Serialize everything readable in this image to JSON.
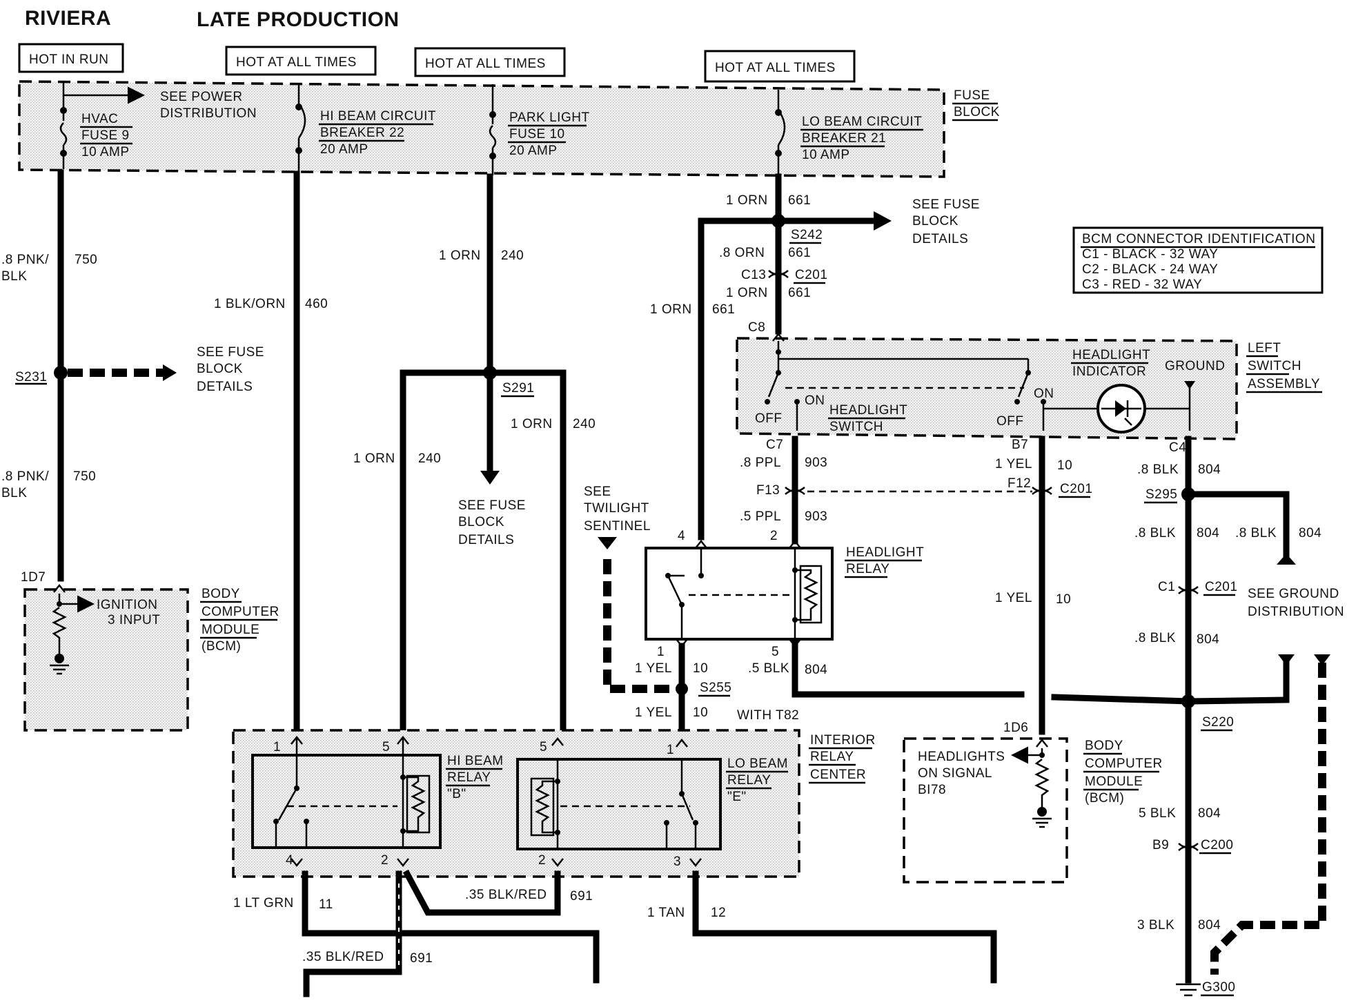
{
  "title": {
    "model": "RIVIERA",
    "variant": "LATE PRODUCTION"
  },
  "power_labels": {
    "hot_in_run": "HOT IN RUN",
    "hot_1": "HOT AT ALL TIMES",
    "hot_2": "HOT AT ALL TIMES",
    "hot_3": "HOT AT ALL TIMES"
  },
  "fuse_block": {
    "label_1": "FUSE",
    "label_2": "BLOCK",
    "see_power_1": "SEE POWER",
    "see_power_2": "DISTRIBUTION",
    "hvac_1": "HVAC",
    "hvac_2": "FUSE 9",
    "hvac_3": "10 AMP",
    "hibeam_1": "HI BEAM CIRCUIT",
    "hibeam_2": "BREAKER 22",
    "hibeam_3": "20 AMP",
    "park_1": "PARK LIGHT",
    "park_2": "FUSE 10",
    "park_3": "20 AMP",
    "lobeam_1": "LO BEAM CIRCUIT",
    "lobeam_2": "BREAKER 21",
    "lobeam_3": "10 AMP"
  },
  "bcm_conn": {
    "title": "BCM CONNECTOR IDENTIFICATION",
    "c1": "C1 - BLACK - 32 WAY",
    "c2": "C2 - BLACK - 24 WAY",
    "c3": "C3 - RED - 32 WAY"
  },
  "wires": {
    "pnk_a": ".8 PNK/",
    "pnk_a2": "BLK",
    "pnk_a_num": "750",
    "pnk_b": ".8 PNK/",
    "pnk_b2": "BLK",
    "pnk_b_num": "750",
    "blkorn": "1 BLK/ORN",
    "blkorn_num": "460",
    "orn240_a": "1 ORN",
    "orn240_a_num": "240",
    "orn240_b": "1 ORN",
    "orn240_b_num": "240",
    "orn240_c": "1 ORN",
    "orn240_c_num": "240",
    "orn661_a": "1 ORN",
    "orn661_a_num": "661",
    "orn661_b": ".8 ORN",
    "orn661_b_num": "661",
    "orn661_c": "1 ORN",
    "orn661_c_num": "661",
    "orn661_d": "1 ORN",
    "orn661_d_num": "661",
    "ppl_a": ".8 PPL",
    "ppl_a_num": "903",
    "ppl_b": ".5 PPL",
    "ppl_b_num": "903",
    "yel_a": "1 YEL",
    "yel_a_num": "10",
    "yel_b": "1 YEL",
    "yel_b_num": "10",
    "yel_c": "1 YEL",
    "yel_c_num": "10",
    "yel_d": "1 YEL",
    "yel_d_num": "10",
    "blk_relay": ".5 BLK",
    "blk_relay_num": "804",
    "blk_a": ".8 BLK",
    "blk_a_num": "804",
    "blk_b": ".8 BLK",
    "blk_b_num": "804",
    "blk_c": ".8 BLK",
    "blk_c_num": "804",
    "blk_d": ".8 BLK",
    "blk_d_num": "804",
    "blk_e": "5 BLK",
    "blk_e_num": "804",
    "blk_f": "3 BLK",
    "blk_f_num": "804",
    "ltgrn": "1 LT GRN",
    "ltgrn_num": "11",
    "blkred_a": ".35 BLK/RED",
    "blkred_a_num": "691",
    "blkred_b": ".35 BLK/RED",
    "blkred_b_num": "691",
    "tan": "1 TAN",
    "tan_num": "12"
  },
  "splices": {
    "s231": "S231",
    "s291": "S291",
    "s242": "S242",
    "s255": "S255",
    "s295": "S295",
    "s220": "S220",
    "g300": "G300"
  },
  "connectors": {
    "c13": "C13",
    "c201_a": "C201",
    "c8": "C8",
    "c7": "C7",
    "f13": "F13",
    "b7": "B7",
    "f12": "F12",
    "c201_b": "C201",
    "c4": "C4",
    "c1": "C1",
    "c201_c": "C201",
    "b9": "B9",
    "c200": "C200",
    "d7": "1D7",
    "d6": "1D6"
  },
  "refs": {
    "see_fuse_1a": "SEE FUSE",
    "see_fuse_1b": "BLOCK",
    "see_fuse_1c": "DETAILS",
    "see_fuse_2a": "SEE FUSE",
    "see_fuse_2b": "BLOCK",
    "see_fuse_2c": "DETAILS",
    "see_fuse_3a": "SEE FUSE",
    "see_fuse_3b": "BLOCK",
    "see_fuse_3c": "DETAILS",
    "twilight_1": "SEE",
    "twilight_2": "TWILIGHT",
    "twilight_3": "SENTINEL",
    "ground_1": "SEE GROUND",
    "ground_2": "DISTRIBUTION",
    "with_t82": "WITH T82"
  },
  "bcm_left": {
    "l1": "BODY",
    "l2": "COMPUTER",
    "l3": "MODULE",
    "l4": "(BCM)",
    "ign_1": "IGNITION",
    "ign_2": "3 INPUT"
  },
  "bcm_right": {
    "l1": "BODY",
    "l2": "COMPUTER",
    "l3": "MODULE",
    "l4": "(BCM)",
    "sig_1": "HEADLIGHTS",
    "sig_2": "ON SIGNAL",
    "sig_3": "BI78"
  },
  "switch_assy": {
    "l1": "LEFT",
    "l2": "SWITCH",
    "l3": "ASSEMBLY",
    "headlight_1": "HEADLIGHT",
    "headlight_2": "SWITCH",
    "ind_1": "HEADLIGHT",
    "ind_2": "INDICATOR",
    "ground": "GROUND",
    "off_a": "OFF",
    "on_a": "ON",
    "off_b": "OFF",
    "on_b": "ON"
  },
  "headlight_relay": {
    "l1": "HEADLIGHT",
    "l2": "RELAY",
    "p4": "4",
    "p2": "2",
    "p1": "1",
    "p5": "5"
  },
  "interior_relay": {
    "l1": "INTERIOR",
    "l2": "RELAY",
    "l3": "CENTER",
    "hi_1": "HI BEAM",
    "hi_2": "RELAY",
    "hi_3": "\"B\"",
    "lo_1": "LO BEAM",
    "lo_2": "RELAY",
    "lo_3": "\"E\"",
    "hi_p1": "1",
    "hi_p5": "5",
    "hi_p4": "4",
    "hi_p2": "2",
    "lo_p5": "5",
    "lo_p1": "1",
    "lo_p2": "2",
    "lo_p3": "3"
  }
}
